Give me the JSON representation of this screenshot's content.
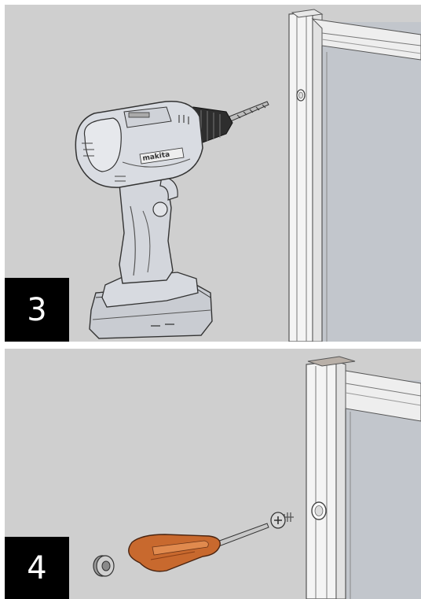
{
  "steps": [
    {
      "number": "3",
      "tool": "drill-icon",
      "brand_text": "makita"
    },
    {
      "number": "4",
      "tool": "screwdriver-icon"
    }
  ],
  "colors": {
    "background": "#cfcfcf",
    "badge": "#000000",
    "badge_text": "#ffffff",
    "screwdriver_handle": "#c8692e",
    "frame": "#f2f2f2",
    "glass": "#c2c6cc"
  }
}
